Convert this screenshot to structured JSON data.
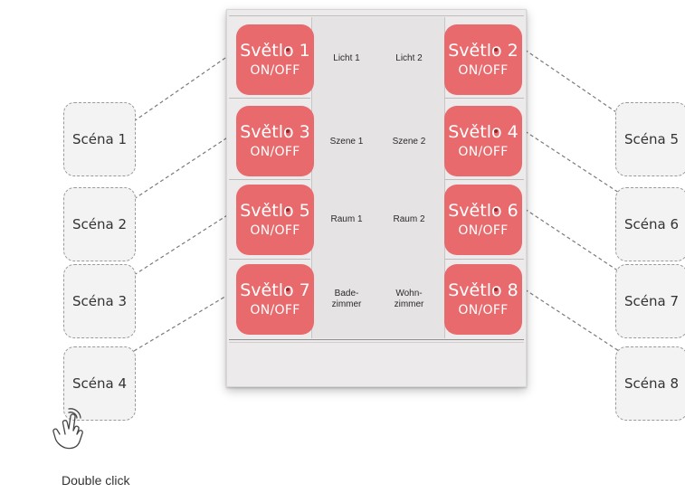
{
  "buttons": [
    {
      "name": "Světlo 1",
      "sub": "ON/OFF"
    },
    {
      "name": "Světlo 2",
      "sub": "ON/OFF"
    },
    {
      "name": "Světlo 3",
      "sub": "ON/OFF"
    },
    {
      "name": "Světlo 4",
      "sub": "ON/OFF"
    },
    {
      "name": "Světlo 5",
      "sub": "ON/OFF"
    },
    {
      "name": "Světlo 6",
      "sub": "ON/OFF"
    },
    {
      "name": "Světlo 7",
      "sub": "ON/OFF"
    },
    {
      "name": "Světlo 8",
      "sub": "ON/OFF"
    }
  ],
  "center_labels": [
    {
      "left": "Licht 1",
      "right": "Licht 2"
    },
    {
      "left": "Szene 1",
      "right": "Szene 2"
    },
    {
      "left": "Raum 1",
      "right": "Raum 2"
    },
    {
      "left": "Bade-\nzimmer",
      "right": "Wohn-\nzimmer"
    }
  ],
  "scenes": [
    "Scéna 1",
    "Scéna 2",
    "Scéna 3",
    "Scéna 4",
    "Scéna 5",
    "Scéna 6",
    "Scéna 7",
    "Scéna 8"
  ],
  "caption": "Double click",
  "icons": {
    "gesture": "double-tap-hand-icon"
  },
  "colors": {
    "button": "#e86a6d",
    "panel": "#eceaea",
    "connector": "#777777"
  }
}
